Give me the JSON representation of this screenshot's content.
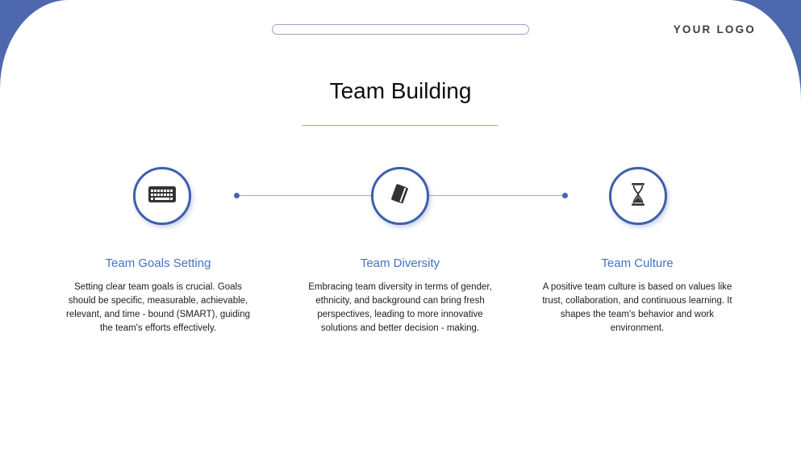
{
  "slide": {
    "logo": "YOUR LOGO",
    "title": "Team Building",
    "items": [
      {
        "icon": "keyboard-icon",
        "heading": "Team Goals Setting",
        "body": "Setting clear team goals is crucial. Goals should be specific, measurable, achievable, relevant, and time - bound (SMART), guiding the team's efforts effectively."
      },
      {
        "icon": "book-icon",
        "heading": "Team Diversity",
        "body": "Embracing team diversity in terms of gender, ethnicity, and background can bring fresh perspectives, leading to more innovative solutions and better decision - making."
      },
      {
        "icon": "hourglass-icon",
        "heading": "Team Culture",
        "body": "A positive team culture is based on values like trust, collaboration, and continuous learning. It shapes the team's behavior and work environment."
      }
    ],
    "colors": {
      "accent": "#4472C4",
      "corner_blue": "#4D68AE",
      "circle_border": "#3D5FAE",
      "connector_line": "#98A9D8",
      "dot": "#4166B8"
    }
  }
}
